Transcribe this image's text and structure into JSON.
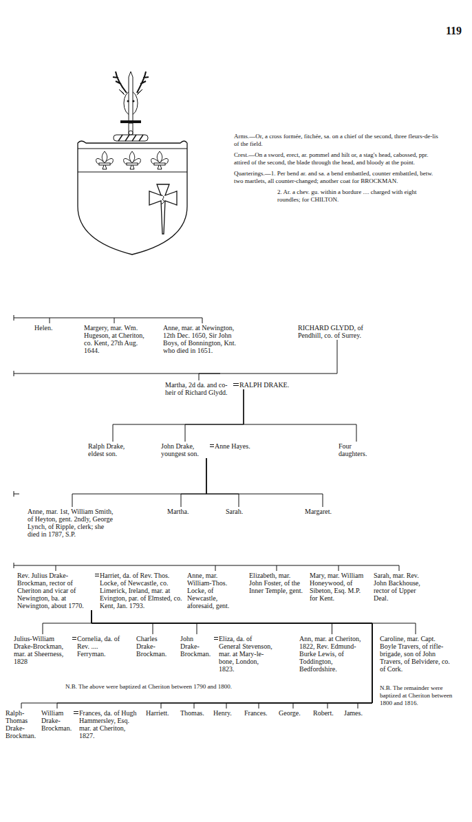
{
  "diagram": {
    "nodes": [
      {
        "text": [
          "Helen."
        ]
      },
      {
        "text": [
          "Margery, mar. Wm. Hugeson, at Cheriton, co. Kent, 27th Aug. 1644."
        ]
      },
      {
        "text": [
          "Anne, mar. at Newington, 12th Dec. 1650, Sir John Boys, of Bonnington, Knt. who died in 1651."
        ]
      },
      {
        "text": [
          "RICHARD GLYDD, of Pendhill, co. of Surrey."
        ]
      },
      {
        "text": [
          "Martha, 2d da. and co-heir of Richard Glydd."
        ]
      },
      {
        "text": [
          "RALPH DRAKE."
        ]
      },
      {
        "text": [
          "Ralph Drake, eldest son."
        ]
      },
      {
        "text": [
          "John Drake, youngest son."
        ]
      },
      {
        "text": [
          "Anne Hayes."
        ]
      },
      {
        "text": [
          "Four daughters."
        ]
      },
      {
        "text": [
          "Anne, mar. 1st, William Smith, of Heyton, gent. 2ndly, George Lynch, of Ripple, clerk; she died in 1787, S.P."
        ]
      },
      {
        "text": [
          "Martha."
        ]
      },
      {
        "text": [
          "Sarah."
        ]
      },
      {
        "text": [
          "Margaret."
        ]
      },
      {
        "text": [
          "Rev. Julius Drake-Brockman, rector of Cheriton and vicar of Newington, ba. at Newington, about 1770."
        ]
      },
      {
        "text": [
          "Harriet, da. of Rev. Thos. Locke, of Newcastle, co. Limerick, Ireland, mar. at Evington, par. of Elmsted, co. Kent, Jan. 1793."
        ]
      },
      {
        "text": [
          "Anne, mar. William-Thos. Locke, of Newcastle, aforesaid, gent."
        ]
      },
      {
        "text": [
          "Elizabeth, mar. John Foster, of the Inner Temple, gent."
        ]
      },
      {
        "text": [
          "Mary, mar. William Honeywood, of Sibeton, Esq. M.P. for Kent."
        ]
      },
      {
        "text": [
          "Sarah, mar. Rev. John Backhouse, rector of Upper Deal."
        ]
      },
      {
        "text": [
          "Julius-William Drake-Brockman, mar. at Sheerness, 1828"
        ]
      },
      {
        "text": [
          "Cornelia, da. of Rev. .... Ferryman."
        ]
      },
      {
        "text": [
          "Charles Drake-Brockman."
        ]
      },
      {
        "text": [
          "John Drake-Brockman."
        ]
      },
      {
        "text": [
          "Eliza, da. of General Stevenson, mar. at Mary-le-bone, London, 1823."
        ]
      },
      {
        "text": [
          "Ann, mar. at Cheriton, 1822, Rev. Edmund-Burke Lewis, of Toddington, Bedfordshire."
        ]
      },
      {
        "text": [
          "Caroline, mar. Capt. Boyle Travers, of rifle-brigade, son of John Travers, of Belvidere, co. of Cork."
        ]
      },
      {
        "text": [
          "Ralph-Thomas Drake-Brockman."
        ]
      },
      {
        "text": [
          "William Drake-Brockman."
        ]
      },
      {
        "text": [
          "Frances, da. of Hugh Hammersley, Esq. mar. at Cheriton, 1827."
        ]
      },
      {
        "text": [
          "Harriett."
        ]
      },
      {
        "text": [
          "Thomas."
        ]
      },
      {
        "text": [
          "Henry."
        ]
      },
      {
        "text": [
          "Frances."
        ]
      },
      {
        "text": [
          "George."
        ]
      },
      {
        "text": [
          "Robert."
        ]
      },
      {
        "text": [
          "James."
        ]
      }
    ],
    "edges": [
      {
        "from": 3,
        "to": 4,
        "arrow": "none"
      },
      {
        "from": 4,
        "to": 5,
        "arrow": "none"
      },
      {
        "from": 5,
        "to": 6,
        "arrow": "none"
      },
      {
        "from": 5,
        "to": 7,
        "arrow": "none"
      },
      {
        "from": 5,
        "to": 9,
        "arrow": "none"
      },
      {
        "from": 7,
        "to": 8,
        "arrow": "none"
      },
      {
        "from": 7,
        "to": 10,
        "arrow": "none"
      },
      {
        "from": 7,
        "to": 11,
        "arrow": "none"
      },
      {
        "from": 7,
        "to": 12,
        "arrow": "none"
      },
      {
        "from": 7,
        "to": 13,
        "arrow": "none"
      },
      {
        "from": 14,
        "to": 15,
        "arrow": "none"
      },
      {
        "from": 14,
        "to": 20,
        "arrow": "none"
      },
      {
        "from": 14,
        "to": 22,
        "arrow": "none"
      },
      {
        "from": 14,
        "to": 23,
        "arrow": "none"
      },
      {
        "from": 14,
        "to": 25,
        "arrow": "none"
      },
      {
        "from": 14,
        "to": 26,
        "arrow": "none"
      },
      {
        "from": 14,
        "to": 27,
        "arrow": "none"
      },
      {
        "from": 14,
        "to": 28,
        "arrow": "none"
      },
      {
        "from": 14,
        "to": 30,
        "arrow": "none"
      },
      {
        "from": 14,
        "to": 31,
        "arrow": "none"
      },
      {
        "from": 14,
        "to": 32,
        "arrow": "none"
      },
      {
        "from": 14,
        "to": 33,
        "arrow": "none"
      },
      {
        "from": 14,
        "to": 34,
        "arrow": "none"
      },
      {
        "from": 14,
        "to": 35,
        "arrow": "none"
      },
      {
        "from": 14,
        "to": 36,
        "arrow": "none"
      },
      {
        "from": 20,
        "to": 21,
        "arrow": "none"
      },
      {
        "from": 23,
        "to": 24,
        "arrow": "none"
      },
      {
        "from": 28,
        "to": 29,
        "arrow": "none"
      }
    ],
    "labels": [
      "119",
      "Arms.—Or, a cross formée, fitchée, sa. on a chief of the second, three fleurs-de-lis of the field.",
      "Crest.—On a sword, erect, ar. pommel and hilt or, a stag's head, cabossed, ppr. attired of the second, the blade through the head, and bloody at the point.",
      "Quarterings.—1. Per bend ar. and sa. a bend embattled, counter embattled, betw. two martlets, all counter-changed; another coat for BROCKMAN.",
      "2. Ar. a chev. gu. within a bordure .... charged with eight roundles; for CHILTON.",
      "N.B. The above were baptized at Cheriton between 1790 and 1800.",
      "N.B. The remainder were baptized at Cheriton between 1800 and 1816."
    ]
  }
}
